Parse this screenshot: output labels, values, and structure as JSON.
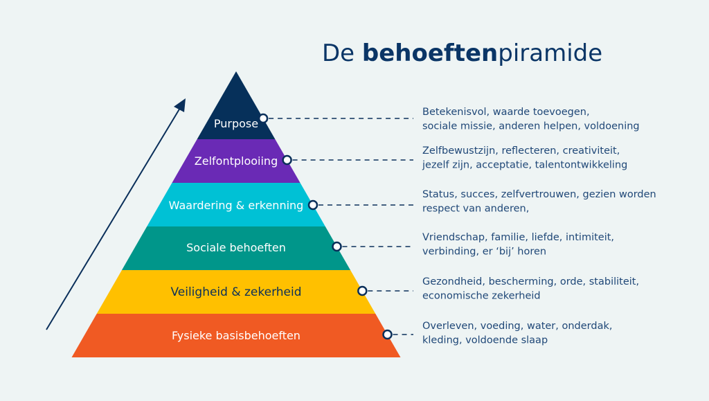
{
  "title": {
    "prefix": "De ",
    "bold": "behoeften",
    "suffix": "piramide"
  },
  "colors": {
    "navy": "#06305a",
    "purple": "#6a2ab5",
    "cyan": "#00c1d5",
    "teal": "#00968a",
    "yellow": "#ffc000",
    "orange": "#f05a23",
    "text": "#1f4777"
  },
  "levels": [
    {
      "label": "Purpose",
      "lines": [
        "Betekenisvol, waarde toevoegen,",
        "sociale missie, anderen helpen, voldoening"
      ]
    },
    {
      "label": "Zelfontplooiing",
      "lines": [
        "Zelfbewustzijn, reflecteren, creativiteit,",
        "jezelf zijn, acceptatie, talentontwikkeling"
      ]
    },
    {
      "label": "Waardering & erkenning",
      "lines": [
        "Status, succes, zelfvertrouwen, gezien worden",
        "respect van anderen,"
      ]
    },
    {
      "label": "Sociale behoeften",
      "lines": [
        "Vriendschap, familie, liefde, intimiteit,",
        "verbinding, er ‘bij’ horen"
      ]
    },
    {
      "label": "Veiligheid & zekerheid",
      "lines": [
        "Gezondheid, bescherming, orde, stabiliteit,",
        "economische zekerheid"
      ]
    },
    {
      "label": "Fysieke basisbehoeften",
      "lines": [
        "Overleven, voeding, water, onderdak,",
        "kleding, voldoende slaap"
      ]
    }
  ]
}
